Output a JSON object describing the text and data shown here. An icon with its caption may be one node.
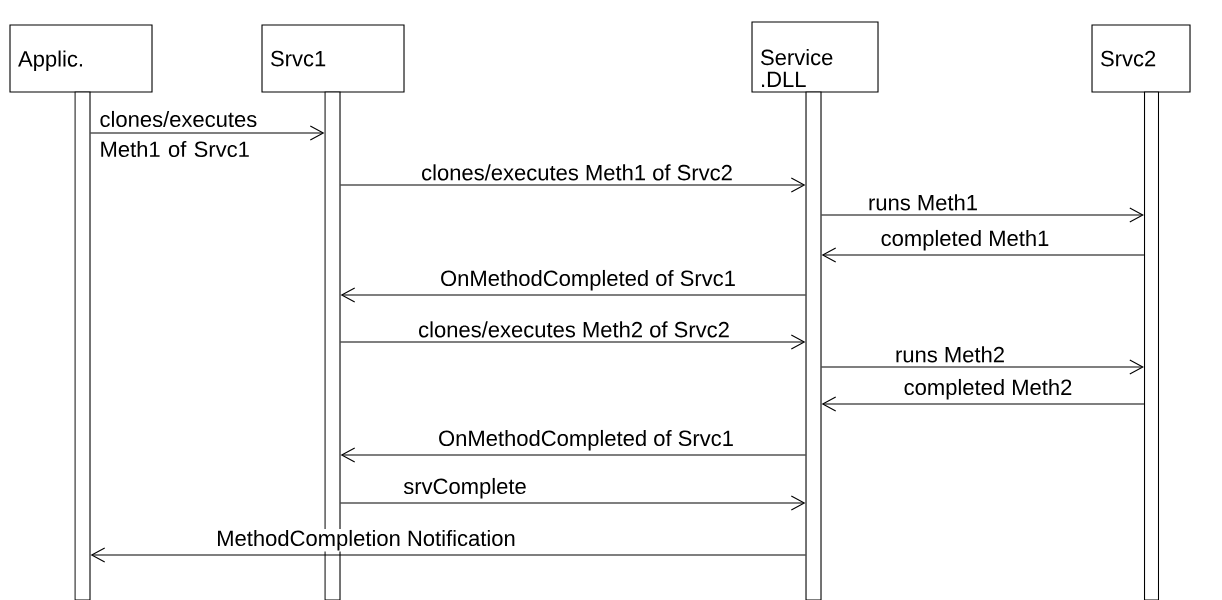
{
  "diagram": {
    "nodes": [
      {
        "text": [
          "Applic."
        ]
      },
      {
        "text": [
          "Srvc1"
        ]
      },
      {
        "text": [
          "Service .DLL"
        ]
      },
      {
        "text": [
          "Srvc2"
        ]
      },
      {
        "text": [],
        "shape": "bar"
      },
      {
        "text": [],
        "shape": "bar"
      },
      {
        "text": [],
        "shape": "bar"
      },
      {
        "text": [],
        "shape": "bar"
      }
    ],
    "edges": [
      {
        "from": 4,
        "to": 5,
        "arrow": "to",
        "label": "clones/executes Meth1 of Srvc1"
      },
      {
        "from": 5,
        "to": 6,
        "arrow": "to",
        "label": "clones/executes Meth1 of Srvc2"
      },
      {
        "from": 6,
        "to": 7,
        "arrow": "to",
        "label": "runs Meth1"
      },
      {
        "from": 7,
        "to": 6,
        "arrow": "to",
        "label": "completed Meth1"
      },
      {
        "from": 6,
        "to": 5,
        "arrow": "to",
        "label": "OnMethodCompleted of Srvc1"
      },
      {
        "from": 5,
        "to": 6,
        "arrow": "to",
        "label": "clones/executes Meth2 of Srvc2"
      },
      {
        "from": 6,
        "to": 7,
        "arrow": "to",
        "label": "runs Meth2"
      },
      {
        "from": 7,
        "to": 6,
        "arrow": "to",
        "label": "completed Meth2"
      },
      {
        "from": 6,
        "to": 5,
        "arrow": "to",
        "label": "OnMethodCompleted of Srvc1"
      },
      {
        "from": 5,
        "to": 6,
        "arrow": "to",
        "label": "srvComplete"
      },
      {
        "from": 6,
        "to": 4,
        "arrow": "to",
        "label": "MethodCompletion Notification"
      }
    ]
  }
}
